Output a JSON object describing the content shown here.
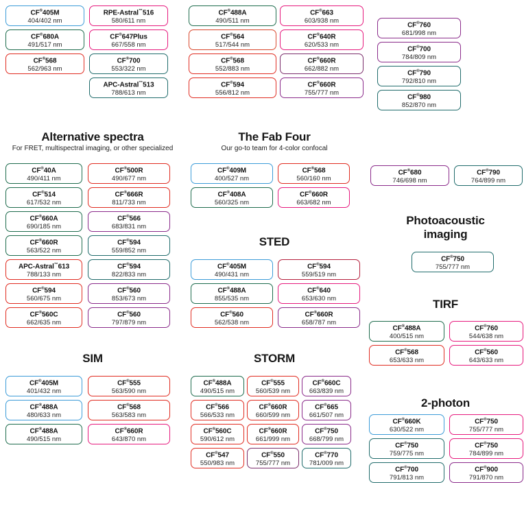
{
  "palette": {
    "blue": "#3b9bd8",
    "green": "#1d6b4c",
    "red": "#e02b20",
    "magenta": "#e6197d",
    "purple": "#8a2a8a",
    "teal": "#1f6b6b",
    "orange": "#d8452a",
    "plum": "#7b2d6b",
    "crimson": "#b51f3c"
  },
  "top": {
    "group_a": [
      {
        "name": "CF®405M",
        "spec": "404/402 nm",
        "color": "blue"
      },
      {
        "name": "CF®680A",
        "spec": "491/517 nm",
        "color": "green"
      },
      {
        "name": "CF®568",
        "spec": "562/963 nm",
        "color": "red"
      }
    ],
    "group_b": [
      {
        "name": "RPE-Astral™516",
        "spec": "580/611 nm",
        "color": "magenta"
      },
      {
        "name": "CF®647Plus",
        "spec": "667/558 nm",
        "color": "magenta"
      },
      {
        "name": "CF®700",
        "spec": "553/322 nm",
        "color": "teal"
      },
      {
        "name": "APC-Astral™513",
        "spec": "788/613 nm",
        "color": "teal"
      }
    ],
    "group_c": [
      {
        "name": "CF®488A",
        "spec": "490/511 nm",
        "color": "green"
      },
      {
        "name": "CF®564",
        "spec": "517/544 nm",
        "color": "orange"
      },
      {
        "name": "CF®568",
        "spec": "552/883 nm",
        "color": "red"
      },
      {
        "name": "CF®594",
        "spec": "556/812 nm",
        "color": "red"
      }
    ],
    "group_d": [
      {
        "name": "CF®663",
        "spec": "603/938 nm",
        "color": "magenta"
      },
      {
        "name": "CF®640R",
        "spec": "620/533 nm",
        "color": "magenta"
      },
      {
        "name": "CF®660R",
        "spec": "662/882 nm",
        "color": "plum"
      },
      {
        "name": "CF®660R",
        "spec": "755/777 nm",
        "color": "purple"
      }
    ],
    "group_e": [
      {
        "name": "CF®760",
        "spec": "681/998 nm",
        "color": "purple"
      },
      {
        "name": "CF®700",
        "spec": "784/809 nm",
        "color": "purple"
      },
      {
        "name": "CF®790",
        "spec": "792/810 nm",
        "color": "teal"
      },
      {
        "name": "CF®980",
        "spec": "852/870 nm",
        "color": "teal"
      }
    ]
  },
  "alternative": {
    "title": "Alternative spectra",
    "subtitle": "For FRET, multispectral imaging, or other specialized",
    "left": [
      {
        "name": "CF®40A",
        "spec": "490/411 nm",
        "color": "green"
      },
      {
        "name": "CF®514",
        "spec": "617/532 nm",
        "color": "green"
      },
      {
        "name": "CF®660A",
        "spec": "690/185 nm",
        "color": "green"
      },
      {
        "name": "CF®660R",
        "spec": "563/522 nm",
        "color": "green"
      },
      {
        "name": "APC-Astral™613",
        "spec": "788/133 nm",
        "color": "red"
      },
      {
        "name": "CF®594",
        "spec": "560/675 nm",
        "color": "red"
      },
      {
        "name": "CF®560C",
        "spec": "662/635 nm",
        "color": "red"
      }
    ],
    "right": [
      {
        "name": "CF®500R",
        "spec": "490/677 nm",
        "color": "red"
      },
      {
        "name": "CF®666R",
        "spec": "811/733 nm",
        "color": "red"
      },
      {
        "name": "CF®566",
        "spec": "683/831 nm",
        "color": "purple"
      },
      {
        "name": "CF®594",
        "spec": "559/852 nm",
        "color": "teal"
      },
      {
        "name": "CF®594",
        "spec": "822/833 nm",
        "color": "teal"
      },
      {
        "name": "CF®560",
        "spec": "853/673 nm",
        "color": "purple"
      },
      {
        "name": "CF®560",
        "spec": "797/879 nm",
        "color": "purple"
      }
    ]
  },
  "fab_four": {
    "title": "The Fab Four",
    "subtitle": "Our go-to team for 4-color confocal",
    "left": [
      {
        "name": "CF®409M",
        "spec": "400/527 nm",
        "color": "blue"
      },
      {
        "name": "CF®408A",
        "spec": "560/325 nm",
        "color": "green"
      }
    ],
    "right": [
      {
        "name": "CF®568",
        "spec": "560/160 nm",
        "color": "red"
      },
      {
        "name": "CF®660R",
        "spec": "663/682 nm",
        "color": "magenta"
      }
    ]
  },
  "sted": {
    "title": "STED",
    "left": [
      {
        "name": "CF®405M",
        "spec": "490/431 nm",
        "color": "blue"
      },
      {
        "name": "CF®488A",
        "spec": "855/535 nm",
        "color": "green"
      },
      {
        "name": "CF®560",
        "spec": "562/538 nm",
        "color": "red"
      }
    ],
    "right": [
      {
        "name": "CF®594",
        "spec": "559/519 nm",
        "color": "crimson"
      },
      {
        "name": "CF®640",
        "spec": "653/630 nm",
        "color": "magenta"
      },
      {
        "name": "CF®660R",
        "spec": "658/787 nm",
        "color": "purple"
      }
    ]
  },
  "sim": {
    "title": "SIM",
    "left": [
      {
        "name": "CF®405M",
        "spec": "401/432 nm",
        "color": "blue"
      },
      {
        "name": "CF®488A",
        "spec": "480/633 nm",
        "color": "blue"
      },
      {
        "name": "CF®488A",
        "spec": "490/515 nm",
        "color": "green"
      }
    ],
    "right": [
      {
        "name": "CF®555",
        "spec": "563/590 nm",
        "color": "red"
      },
      {
        "name": "CF®568",
        "spec": "563/583 nm",
        "color": "red"
      },
      {
        "name": "CF®660R",
        "spec": "643/870 nm",
        "color": "magenta"
      }
    ]
  },
  "storm": {
    "title": "STORM",
    "col1": [
      {
        "name": "CF®488A",
        "spec": "490/515 nm",
        "color": "green"
      },
      {
        "name": "CF®566",
        "spec": "566/533 nm",
        "color": "red"
      },
      {
        "name": "CF®560C",
        "spec": "590/612 nm",
        "color": "red"
      },
      {
        "name": "CF®547",
        "spec": "550/983 nm",
        "color": "red"
      }
    ],
    "col2": [
      {
        "name": "CF®555",
        "spec": "560/539 nm",
        "color": "red"
      },
      {
        "name": "CF®660R",
        "spec": "660/599 nm",
        "color": "red"
      },
      {
        "name": "CF®660R",
        "spec": "661/999 nm",
        "color": "red"
      },
      {
        "name": "CF®550",
        "spec": "755/777 nm",
        "color": "plum"
      }
    ],
    "col3": [
      {
        "name": "CF®660C",
        "spec": "663/839 nm",
        "color": "purple"
      },
      {
        "name": "CF®665",
        "spec": "661/507 nm",
        "color": "purple"
      },
      {
        "name": "CF®750",
        "spec": "668/799 nm",
        "color": "purple"
      },
      {
        "name": "CF®770",
        "spec": "781/009 nm",
        "color": "teal"
      }
    ]
  },
  "pair_right": [
    {
      "name": "CF®680",
      "spec": "746/698 nm",
      "color": "purple"
    },
    {
      "name": "CF®790",
      "spec": "764/899 nm",
      "color": "teal"
    }
  ],
  "photoacoustic": {
    "title_line1": "Photoacoustic",
    "title_line2": "imaging",
    "items": [
      {
        "name": "CF®750",
        "spec": "755/777 nm",
        "color": "teal"
      }
    ]
  },
  "tirf": {
    "title": "TIRF",
    "left": [
      {
        "name": "CF®488A",
        "spec": "400/515 nm",
        "color": "green"
      },
      {
        "name": "CF®568",
        "spec": "653/633 nm",
        "color": "red"
      }
    ],
    "right": [
      {
        "name": "CF®760",
        "spec": "544/638 nm",
        "color": "magenta"
      },
      {
        "name": "CF®560",
        "spec": "643/633 nm",
        "color": "magenta"
      }
    ]
  },
  "two_photon": {
    "title": "2-photon",
    "left": [
      {
        "name": "CF®660K",
        "spec": "630/522 nm",
        "color": "blue"
      },
      {
        "name": "CF®750",
        "spec": "759/775 nm",
        "color": "teal"
      },
      {
        "name": "CF®700",
        "spec": "791/813 nm",
        "color": "teal"
      }
    ],
    "right": [
      {
        "name": "CF®750",
        "spec": "755/777 nm",
        "color": "magenta"
      },
      {
        "name": "CF®750",
        "spec": "784/899 nm",
        "color": "magenta"
      },
      {
        "name": "CF®900",
        "spec": "791/870 nm",
        "color": "purple"
      }
    ]
  }
}
